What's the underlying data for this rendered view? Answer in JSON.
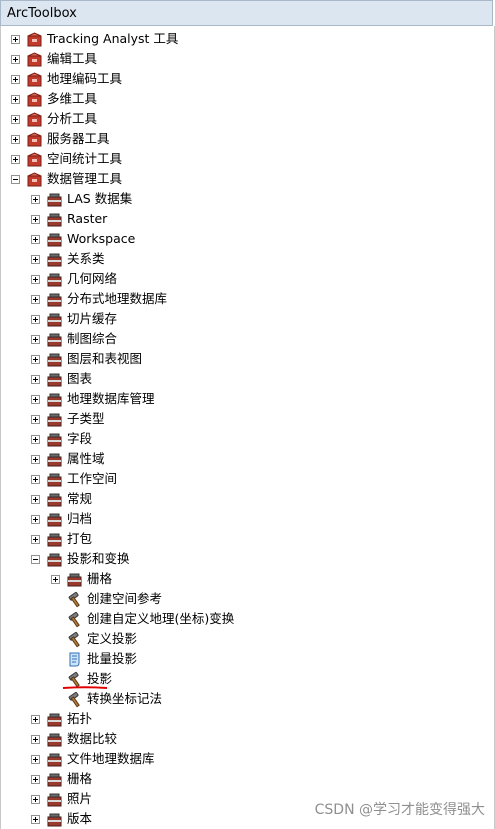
{
  "window": {
    "title": "ArcToolbox"
  },
  "tree": [
    {
      "label": "Tracking Analyst 工具",
      "level": 0,
      "exp": "plus",
      "icon": "red-toolbox-icon"
    },
    {
      "label": "编辑工具",
      "level": 0,
      "exp": "plus",
      "icon": "red-toolbox-icon"
    },
    {
      "label": "地理编码工具",
      "level": 0,
      "exp": "plus",
      "icon": "red-toolbox-icon"
    },
    {
      "label": "多维工具",
      "level": 0,
      "exp": "plus",
      "icon": "red-toolbox-icon"
    },
    {
      "label": "分析工具",
      "level": 0,
      "exp": "plus",
      "icon": "red-toolbox-icon"
    },
    {
      "label": "服务器工具",
      "level": 0,
      "exp": "plus",
      "icon": "red-toolbox-icon"
    },
    {
      "label": "空间统计工具",
      "level": 0,
      "exp": "plus",
      "icon": "red-toolbox-icon"
    },
    {
      "label": "数据管理工具",
      "level": 0,
      "exp": "minus",
      "icon": "red-toolbox-icon"
    },
    {
      "label": "LAS 数据集",
      "level": 1,
      "exp": "plus",
      "icon": "toolset-icon"
    },
    {
      "label": "Raster",
      "level": 1,
      "exp": "plus",
      "icon": "toolset-icon"
    },
    {
      "label": "Workspace",
      "level": 1,
      "exp": "plus",
      "icon": "toolset-icon"
    },
    {
      "label": "关系类",
      "level": 1,
      "exp": "plus",
      "icon": "toolset-icon"
    },
    {
      "label": "几何网络",
      "level": 1,
      "exp": "plus",
      "icon": "toolset-icon"
    },
    {
      "label": "分布式地理数据库",
      "level": 1,
      "exp": "plus",
      "icon": "toolset-icon"
    },
    {
      "label": "切片缓存",
      "level": 1,
      "exp": "plus",
      "icon": "toolset-icon"
    },
    {
      "label": "制图综合",
      "level": 1,
      "exp": "plus",
      "icon": "toolset-icon"
    },
    {
      "label": "图层和表视图",
      "level": 1,
      "exp": "plus",
      "icon": "toolset-icon"
    },
    {
      "label": "图表",
      "level": 1,
      "exp": "plus",
      "icon": "toolset-icon"
    },
    {
      "label": "地理数据库管理",
      "level": 1,
      "exp": "plus",
      "icon": "toolset-icon"
    },
    {
      "label": "子类型",
      "level": 1,
      "exp": "plus",
      "icon": "toolset-icon"
    },
    {
      "label": "字段",
      "level": 1,
      "exp": "plus",
      "icon": "toolset-icon"
    },
    {
      "label": "属性域",
      "level": 1,
      "exp": "plus",
      "icon": "toolset-icon"
    },
    {
      "label": "工作空间",
      "level": 1,
      "exp": "plus",
      "icon": "toolset-icon"
    },
    {
      "label": "常规",
      "level": 1,
      "exp": "plus",
      "icon": "toolset-icon"
    },
    {
      "label": "归档",
      "level": 1,
      "exp": "plus",
      "icon": "toolset-icon"
    },
    {
      "label": "打包",
      "level": 1,
      "exp": "plus",
      "icon": "toolset-icon"
    },
    {
      "label": "投影和变换",
      "level": 1,
      "exp": "minus",
      "icon": "toolset-icon"
    },
    {
      "label": "栅格",
      "level": 2,
      "exp": "plus",
      "icon": "toolset-icon"
    },
    {
      "label": "创建空间参考",
      "level": 2,
      "exp": "none",
      "icon": "hammer-icon"
    },
    {
      "label": "创建自定义地理(坐标)变换",
      "level": 2,
      "exp": "none",
      "icon": "hammer-icon"
    },
    {
      "label": "定义投影",
      "level": 2,
      "exp": "none",
      "icon": "hammer-icon"
    },
    {
      "label": "批量投影",
      "level": 2,
      "exp": "none",
      "icon": "script-icon"
    },
    {
      "label": "投影",
      "level": 2,
      "exp": "none",
      "icon": "hammer-icon"
    },
    {
      "label": "转换坐标记法",
      "level": 2,
      "exp": "none",
      "icon": "hammer-icon"
    },
    {
      "label": "拓扑",
      "level": 1,
      "exp": "plus",
      "icon": "toolset-icon"
    },
    {
      "label": "数据比较",
      "level": 1,
      "exp": "plus",
      "icon": "toolset-icon"
    },
    {
      "label": "文件地理数据库",
      "level": 1,
      "exp": "plus",
      "icon": "toolset-icon"
    },
    {
      "label": "栅格",
      "level": 1,
      "exp": "plus",
      "icon": "toolset-icon"
    },
    {
      "label": "照片",
      "level": 1,
      "exp": "plus",
      "icon": "toolset-icon"
    },
    {
      "label": "版本",
      "level": 1,
      "exp": "plus",
      "icon": "toolset-icon"
    }
  ],
  "annotation": {
    "color": "#e00000"
  },
  "watermark": "CSDN @学习才能变得强大"
}
